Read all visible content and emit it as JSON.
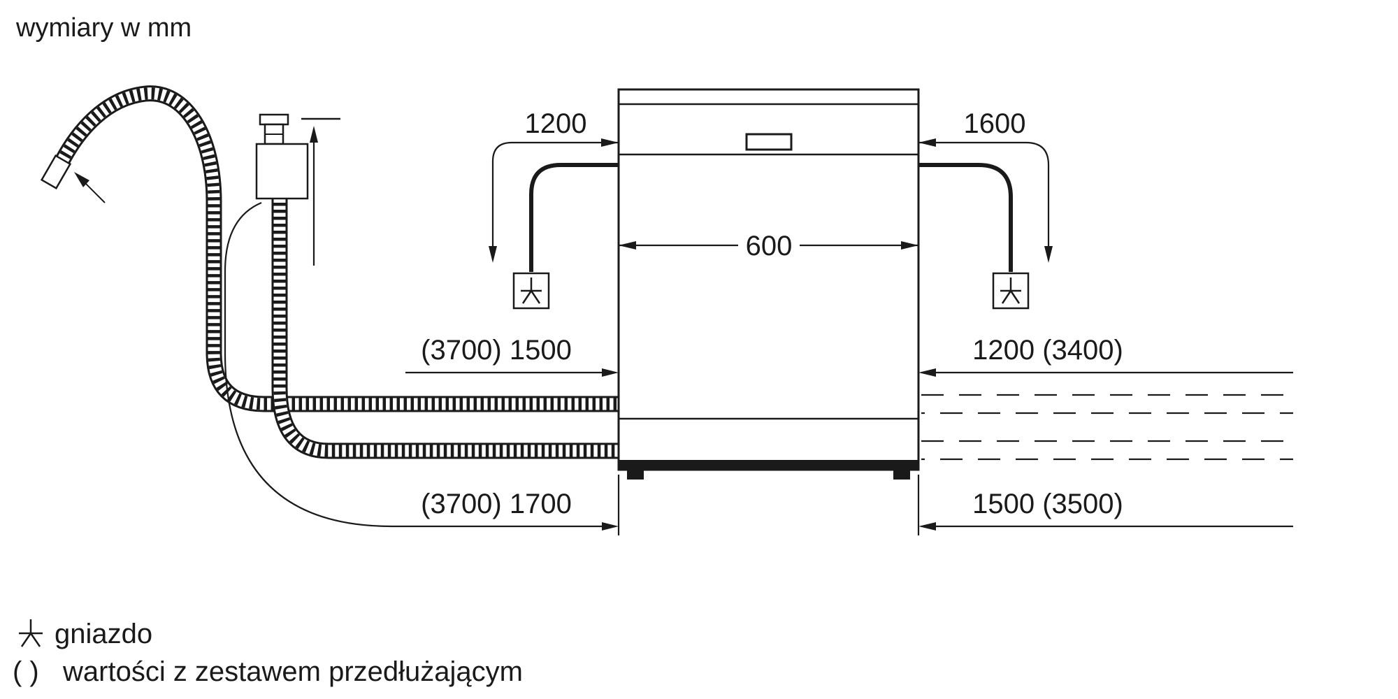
{
  "title": "wymiary w mm",
  "dimensions": {
    "socket_left": "1200",
    "socket_right": "1600",
    "appliance_width": "600",
    "supply_hose": "(3700) 1500",
    "right_mid": "1200 (3400)",
    "power_cord": "(3700) 1700",
    "right_bottom": "1500 (3500)"
  },
  "legend": {
    "socket_label": "gniazdo",
    "parentheses_symbol": "( )",
    "extension_label": "wartości z zestawem przedłużającym"
  },
  "icons": {
    "socket": "socket-icon",
    "drain_hose": "drain-hose",
    "supply_hose": "supply-hose-aquastop",
    "power_cord": "power-cord"
  },
  "colors": {
    "ink": "#1a1a1a",
    "paper": "#ffffff"
  }
}
